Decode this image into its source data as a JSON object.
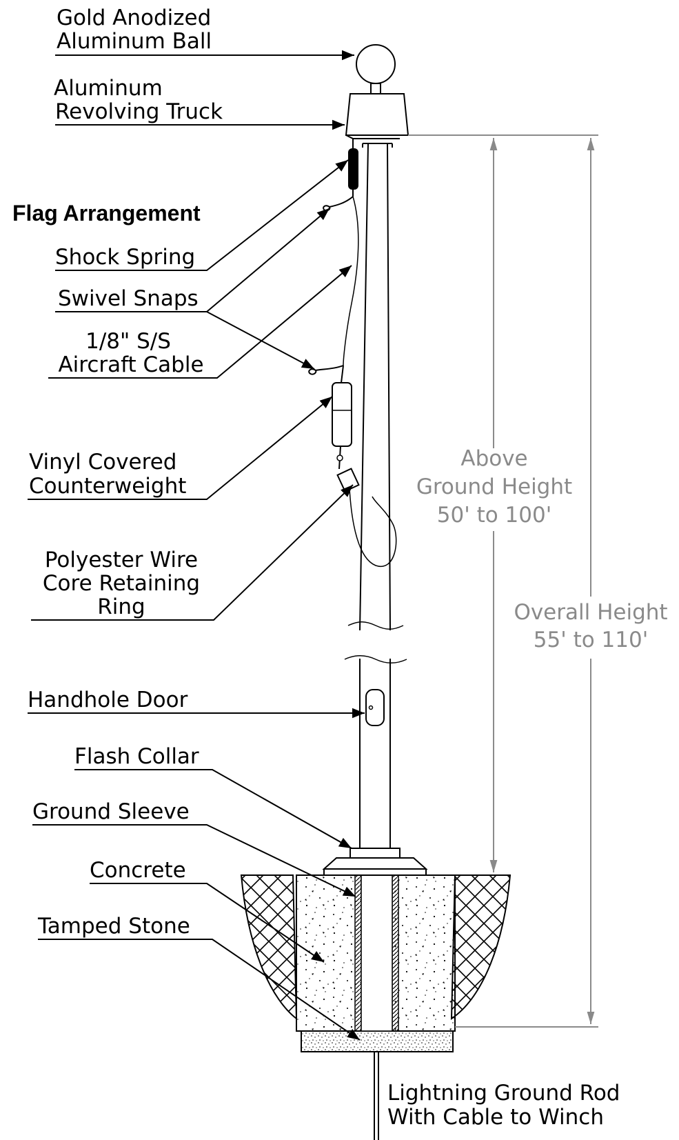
{
  "labels": {
    "ball": [
      "Gold Anodized",
      "Aluminum Ball"
    ],
    "truck": [
      "Aluminum",
      "Revolving Truck"
    ],
    "heading": "Flag Arrangement",
    "shock_spring": "Shock Spring",
    "swivel_snaps": "Swivel Snaps",
    "cable": [
      "1/8\" S/S",
      "Aircraft Cable"
    ],
    "counterweight": [
      "Vinyl Covered",
      "Counterweight"
    ],
    "retaining_ring": [
      "Polyester Wire",
      "Core Retaining",
      "Ring"
    ],
    "handhole": "Handhole Door",
    "flash_collar": "Flash Collar",
    "ground_sleeve": "Ground Sleeve",
    "concrete": "Concrete",
    "tamped_stone": "Tamped Stone",
    "ground_rod": [
      "Lightning Ground Rod",
      "With Cable to Winch"
    ]
  },
  "dimensions": {
    "above_ground": [
      "Above",
      "Ground Height",
      "50' to 100'"
    ],
    "overall": [
      "Overall Height",
      "55' to 110'"
    ]
  },
  "colors": {
    "line": "#000000",
    "dimension": "#8a8a8a"
  }
}
